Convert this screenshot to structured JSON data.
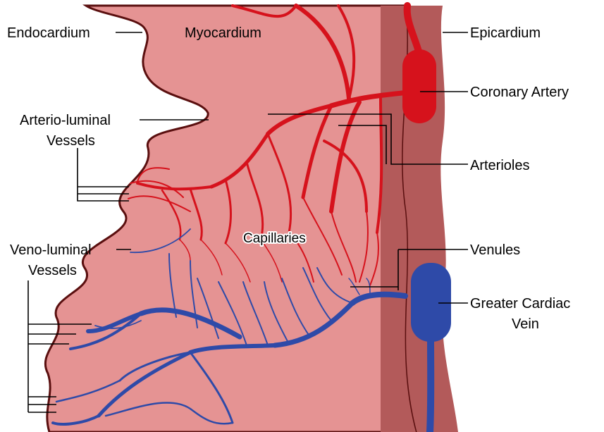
{
  "labels": {
    "endocardium": "Endocardium",
    "myocardium": "Myocardium",
    "epicardium": "Epicardium",
    "coronary_artery": "Coronary Artery",
    "arterio_luminal_1": "Arterio-luminal",
    "arterio_luminal_2": "Vessels",
    "arterioles": "Arterioles",
    "capillaries": "Capillaries",
    "veno_luminal_1": "Veno-luminal",
    "veno_luminal_2": "Vessels",
    "venules": "Venules",
    "greater_cardiac_1": "Greater Cardiac",
    "greater_cardiac_2": "Vein"
  },
  "colors": {
    "myocardium": "#e59393",
    "epicardium": "#b35a5a",
    "outline": "#5a0f0f",
    "artery": "#d6121c",
    "vein": "#2e4aa8"
  }
}
